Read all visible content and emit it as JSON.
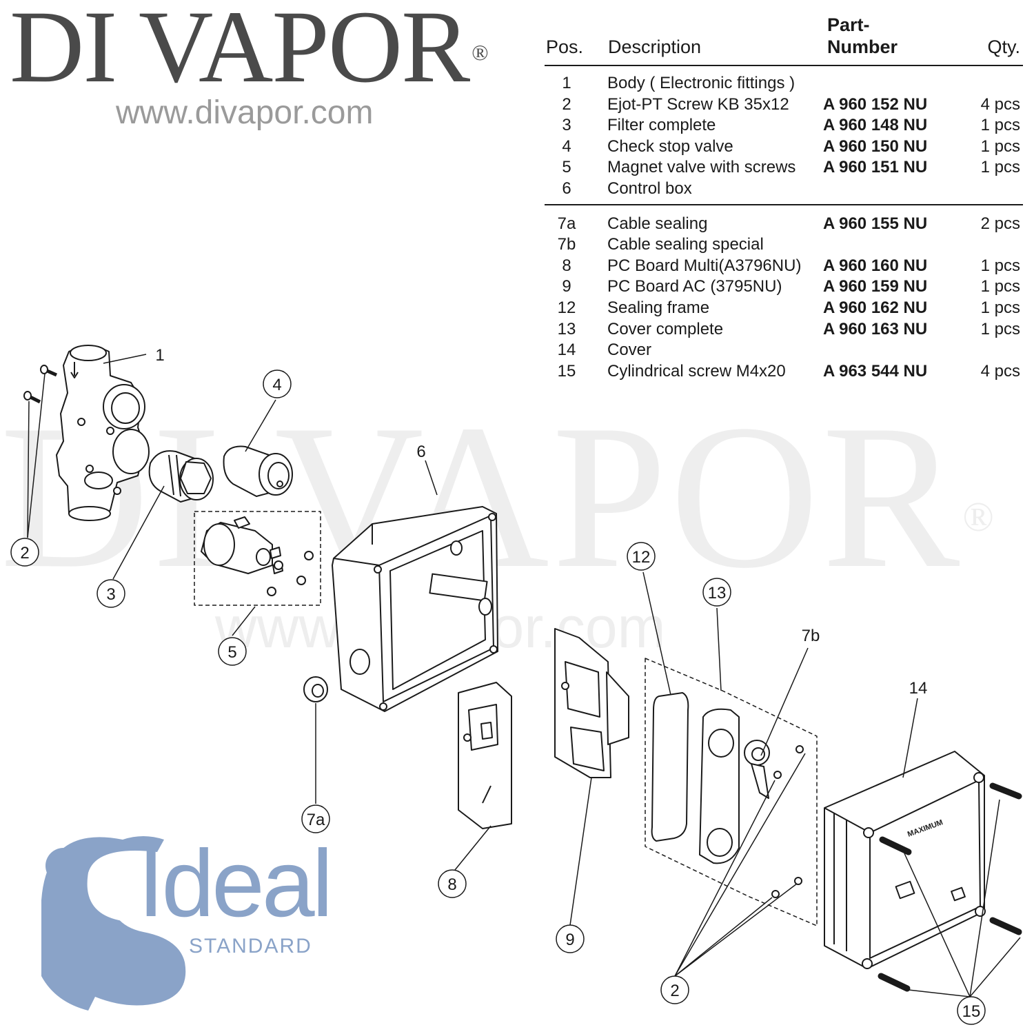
{
  "brand": {
    "name": "DI VAPOR",
    "registered": "®",
    "url": "www.divapor.com"
  },
  "watermark": {
    "name": "DI VAPOR",
    "registered": "®",
    "url": "www.divapor.com"
  },
  "table": {
    "headers": {
      "pos": "Pos.",
      "description": "Description",
      "part_line1": "Part-",
      "part_line2": "Number",
      "qty": "Qty."
    },
    "group1": [
      {
        "pos": "1",
        "description": "Body ( Electronic fittings )",
        "part": "",
        "qty": ""
      },
      {
        "pos": "2",
        "description": "Ejot-PT Screw KB 35x12",
        "part": "A 960 152 NU",
        "qty": "4 pcs"
      },
      {
        "pos": "3",
        "description": "Filter complete",
        "part": "A 960 148 NU",
        "qty": "1 pcs"
      },
      {
        "pos": "4",
        "description": "Check stop valve",
        "part": "A 960 150 NU",
        "qty": "1 pcs"
      },
      {
        "pos": "5",
        "description": "Magnet valve with screws",
        "part": "A 960 151 NU",
        "qty": "1 pcs"
      },
      {
        "pos": "6",
        "description": "Control box",
        "part": "",
        "qty": ""
      }
    ],
    "group2": [
      {
        "pos": "7a",
        "description": "Cable sealing",
        "part": "A 960 155 NU",
        "qty": "2 pcs"
      },
      {
        "pos": "7b",
        "description": "Cable sealing special",
        "part": "",
        "qty": ""
      },
      {
        "pos": "8",
        "description": "PC Board Multi(A3796NU)",
        "part": "A 960 160 NU",
        "qty": "1 pcs"
      },
      {
        "pos": "9",
        "description": "PC Board AC (3795NU)",
        "part": "A 960 159 NU",
        "qty": "1 pcs"
      },
      {
        "pos": "12",
        "description": "Sealing frame",
        "part": "A 960 162 NU",
        "qty": "1 pcs"
      },
      {
        "pos": "13",
        "description": "Cover complete",
        "part": "A 960 163 NU",
        "qty": "1 pcs"
      },
      {
        "pos": "14",
        "description": "Cover",
        "part": "",
        "qty": ""
      },
      {
        "pos": "15",
        "description": "Cylindrical screw M4x20",
        "part": "A 963 544 NU",
        "qty": "4 pcs"
      }
    ]
  },
  "callouts": {
    "c1": "1",
    "c2a": "2",
    "c2b": "2",
    "c3": "3",
    "c4": "4",
    "c5": "5",
    "c6": "6",
    "c7a": "7a",
    "c7b": "7b",
    "c8": "8",
    "c9": "9",
    "c12": "12",
    "c13": "13",
    "c14": "14",
    "c15": "15"
  },
  "parts_labels": {
    "cover_maximum": "MAXIMUM"
  },
  "ideal_standard": {
    "word": "Ideal",
    "sub": "STANDARD",
    "color": "#8aa3c8"
  }
}
